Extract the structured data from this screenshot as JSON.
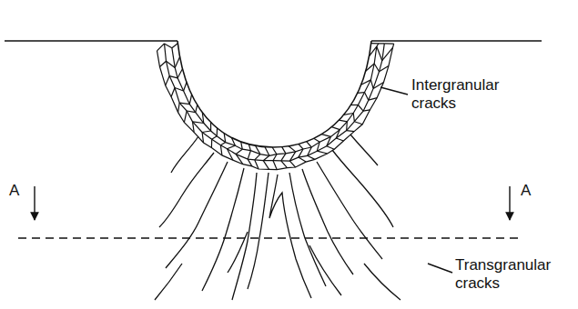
{
  "diagram": {
    "labels": [
      "Intergranular cracks",
      "Transgranular cracks",
      "A",
      "A"
    ]
  }
}
